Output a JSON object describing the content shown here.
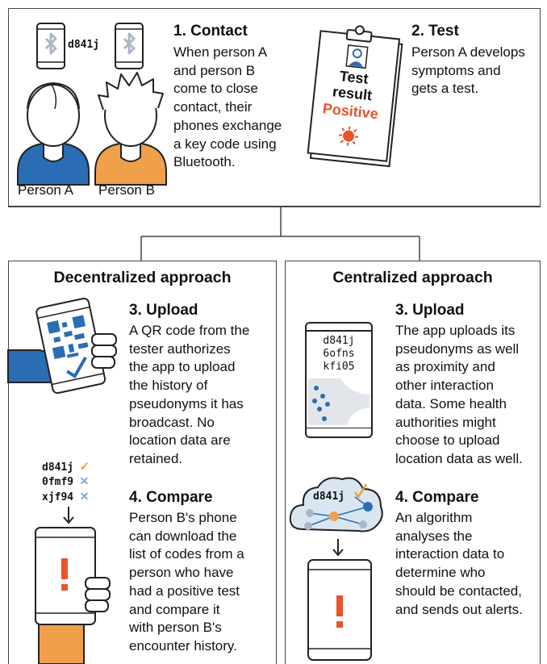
{
  "contact": {
    "title": "1. Contact",
    "lines": [
      "When person A",
      "and person B",
      "come to close",
      "contact, their",
      "phones exchange",
      "a key code using",
      "Bluetooth."
    ],
    "code": "d841j",
    "person_a": "Person A",
    "person_b": "Person B"
  },
  "test": {
    "title": "2. Test",
    "lines": [
      "Person A develops",
      "symptoms and",
      "gets a test."
    ],
    "card_line1": "Test",
    "card_line2": "result",
    "card_status": "Positive"
  },
  "decentralized": {
    "header": "Decentralized approach",
    "upload_title": "3. Upload",
    "upload_lines": [
      "A QR code from the",
      "tester authorizes",
      "the app to upload",
      "the history of",
      "pseudonyms it has",
      "broadcast. No",
      "location data are",
      "retained."
    ],
    "codes": [
      {
        "code": "d841j",
        "mark": "✓"
      },
      {
        "code": "0fmf9",
        "mark": "✕"
      },
      {
        "code": "xjf94",
        "mark": "✕"
      }
    ],
    "compare_title": "4. Compare",
    "compare_lines": [
      "Person B's phone",
      "can download the",
      "list of codes from a",
      "person who have",
      "had a positive test",
      "and compare it",
      "with person B's",
      "encounter history."
    ]
  },
  "centralized": {
    "header": "Centralized approach",
    "upload_title": "3. Upload",
    "upload_lines": [
      "The app uploads its",
      "pseudonyms as well",
      "as proximity and",
      "other interaction",
      "data. Some health",
      "authorities might",
      "choose to upload",
      "location data as well."
    ],
    "phone_codes": [
      "d841j",
      "6ofns",
      "kfi05"
    ],
    "cloud_code": "d841j",
    "compare_title": "4. Compare",
    "compare_lines": [
      "An algorithm",
      "analyses the",
      "interaction data to",
      "determine who",
      "should be contacted,",
      "and sends out alerts."
    ]
  },
  "colors": {
    "blue": "#2a6db5",
    "orange": "#f0a04b",
    "red": "#e8542a",
    "check": "#f0a030",
    "cross": "#7fa8d6",
    "bt_gray": "#a9b7c7"
  }
}
